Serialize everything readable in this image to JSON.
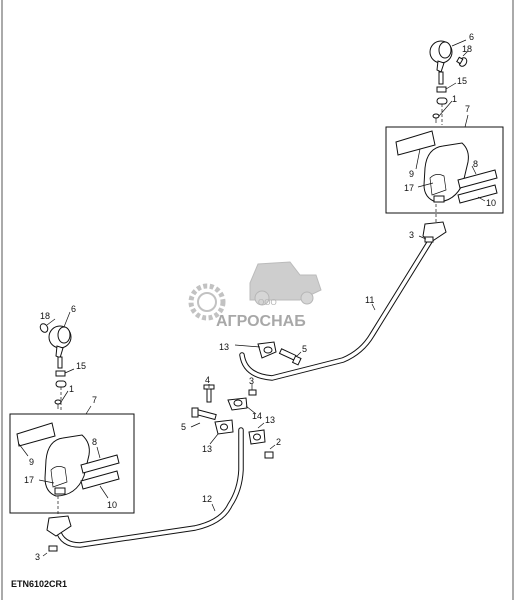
{
  "figure_code": "ETN6102CR1",
  "watermark": {
    "brand": "АГРОСНАБ",
    "prefix": "ООО"
  },
  "callouts": {
    "top_right": [
      "6",
      "18",
      "15",
      "1",
      "7",
      "9",
      "8",
      "17",
      "10",
      "3",
      "11"
    ],
    "middle": [
      "13",
      "5",
      "4",
      "3",
      "14",
      "13",
      "2",
      "5",
      "13",
      "12"
    ],
    "left": [
      "18",
      "6",
      "15",
      "1",
      "7",
      "8",
      "9",
      "17",
      "10",
      "3"
    ]
  }
}
